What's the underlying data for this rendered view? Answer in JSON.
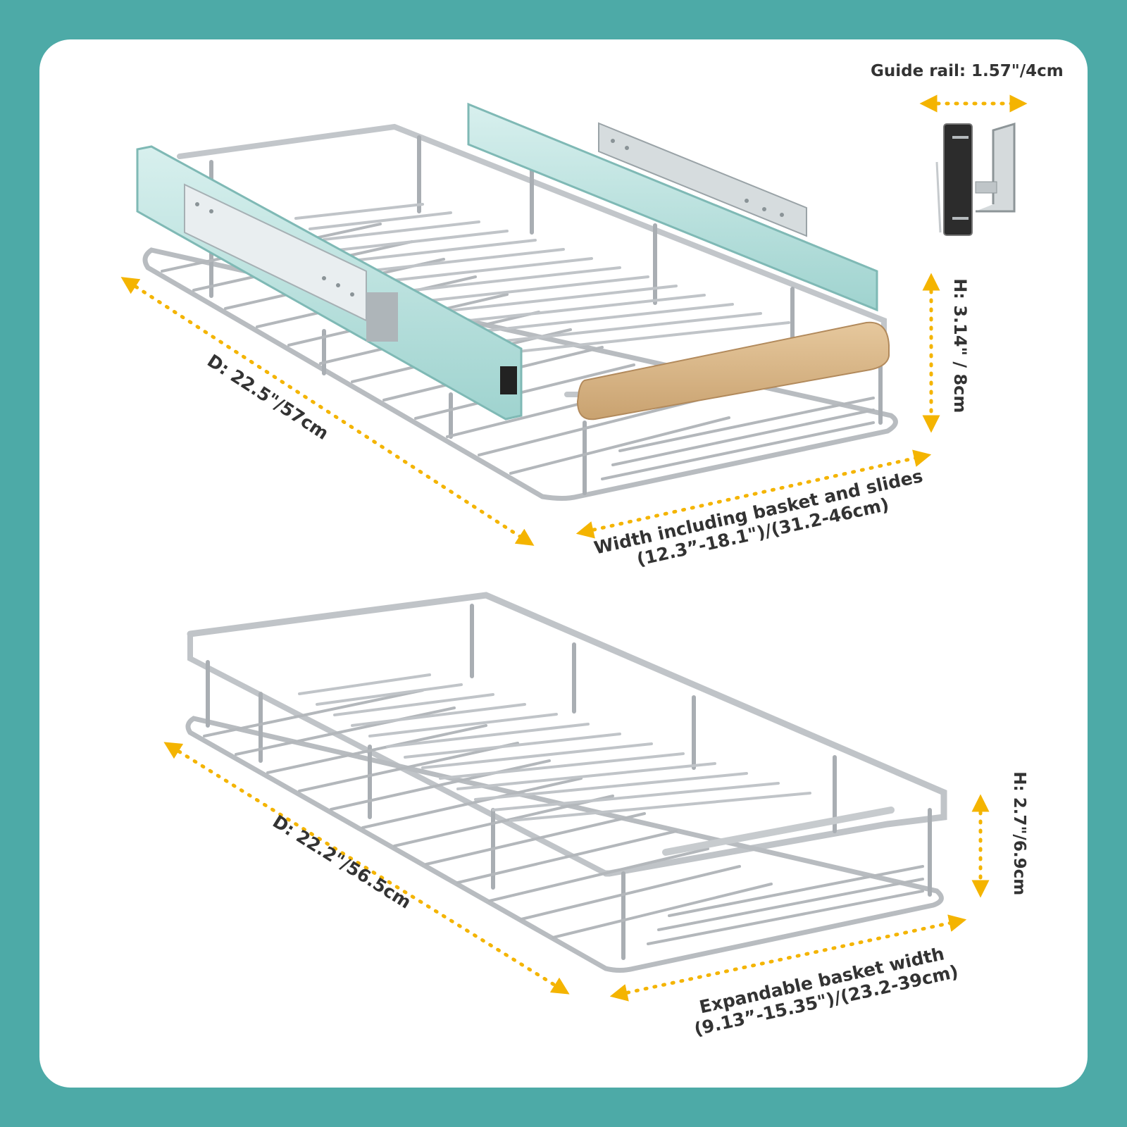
{
  "colors": {
    "background": "#4daaa7",
    "card": "#ffffff",
    "arrow": "#f4b400",
    "text": "#333333",
    "rail": "#bfe3e0",
    "wood": "#d9b98a"
  },
  "guide_rail": {
    "label": "Guide rail: 1.57\"/4cm"
  },
  "top_basket": {
    "depth_label": "D: 22.5\"/57cm",
    "height_label": "H: 3.14\" / 8cm",
    "width_label_line1": "Width including basket and slides",
    "width_label_line2": "(12.3”-18.1\")/(31.2-46cm)"
  },
  "bottom_basket": {
    "depth_label": "D: 22.2\"/56.5cm",
    "height_label": "H: 2.7\"/6.9cm",
    "width_label_line1": "Expandable basket width",
    "width_label_line2": "(9.13”-15.35\")/(23.2-39cm)"
  },
  "icons": {
    "arrows": "dotted-double-arrow",
    "top_product": "pull-out-basket-with-slides",
    "bottom_product": "expandable-wire-basket",
    "rail_detail": "guide-rail-cross-section"
  }
}
